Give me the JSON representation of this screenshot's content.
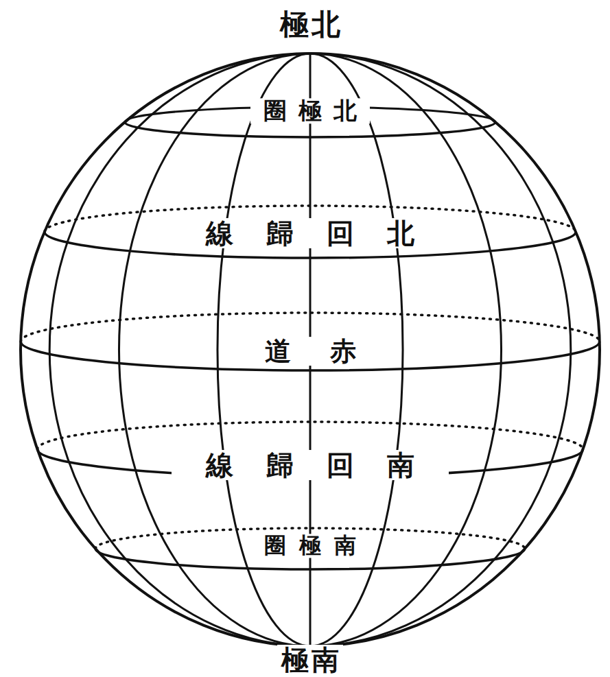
{
  "diagram": {
    "labels": [
      "極北",
      "圈極北",
      "線歸回北",
      "道赤",
      "線歸回南",
      "圈極南",
      "極南"
    ]
  }
}
